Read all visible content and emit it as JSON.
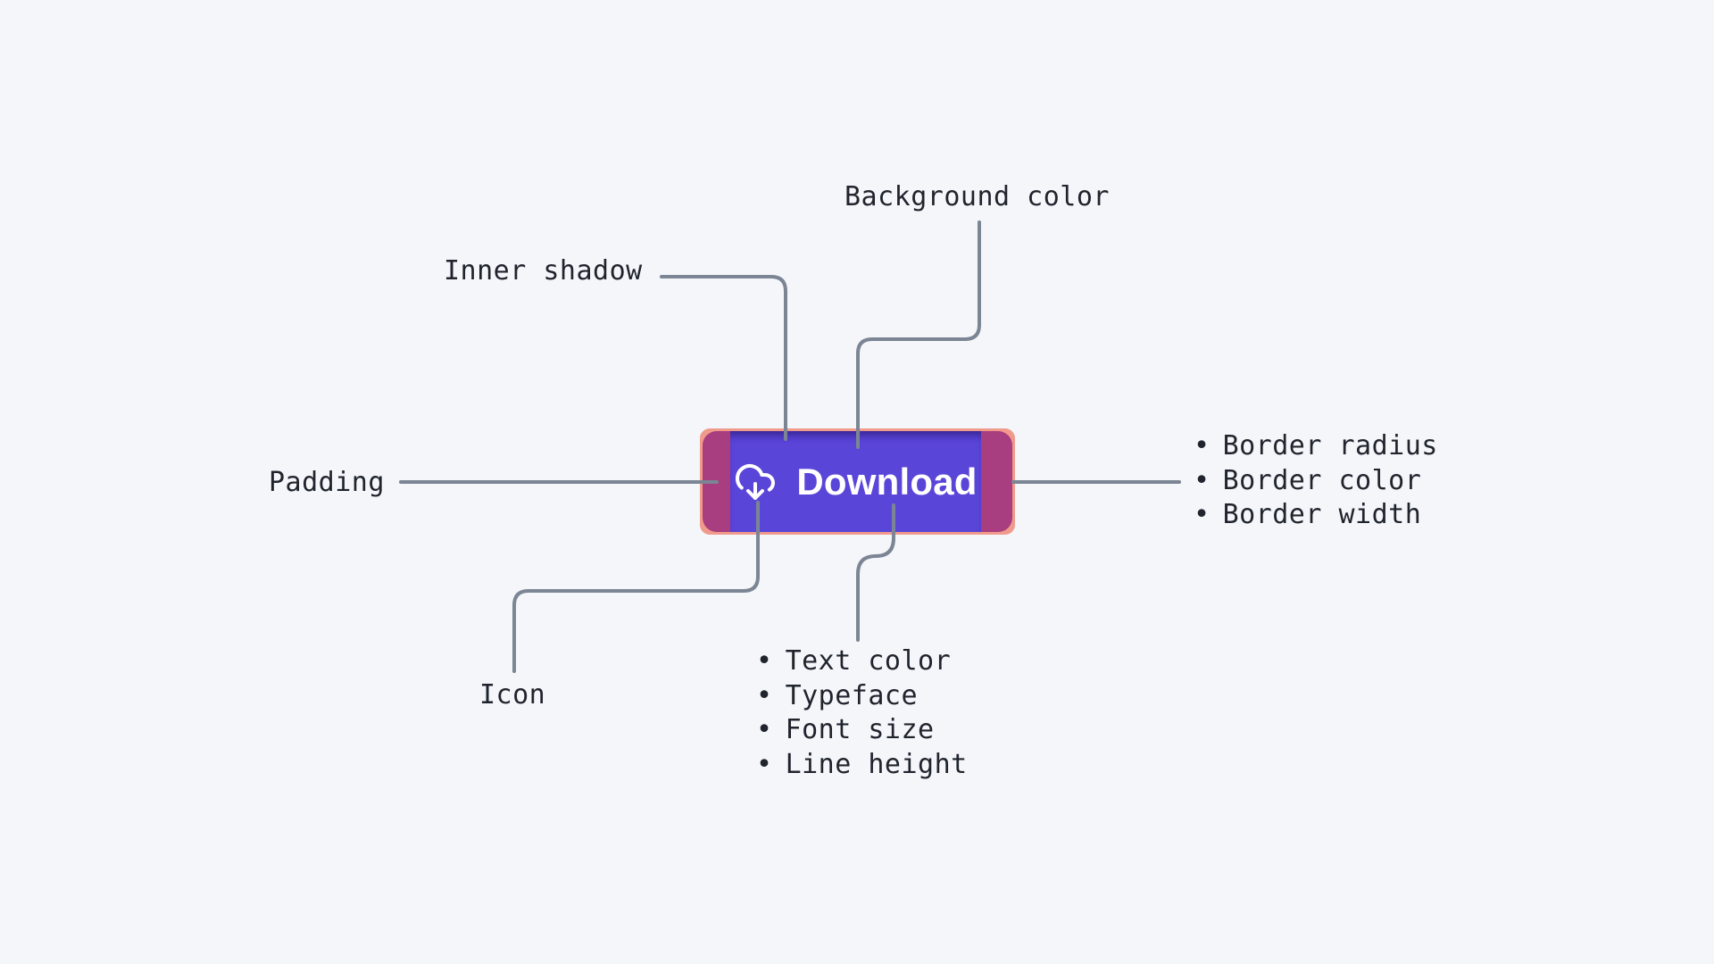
{
  "theme": {
    "page-bg": "#F5F6FA",
    "button-bg": "#5A45D9",
    "padding-highlight": "#A83D7F",
    "border-highlight": "#F09A8C",
    "connector": "#7B8594",
    "label-color": "#1F242D",
    "button-text": "#FFFFFF"
  },
  "button": {
    "label": "Download",
    "icon": "cloud-download-icon"
  },
  "annotations": {
    "bullet": "•",
    "background_color": "Background color",
    "inner_shadow": "Inner shadow",
    "padding": "Padding",
    "icon": "Icon",
    "border_props": [
      "Border radius",
      "Border color",
      "Border width"
    ],
    "text_props": [
      "Text color",
      "Typeface",
      "Font size",
      "Line height"
    ]
  }
}
